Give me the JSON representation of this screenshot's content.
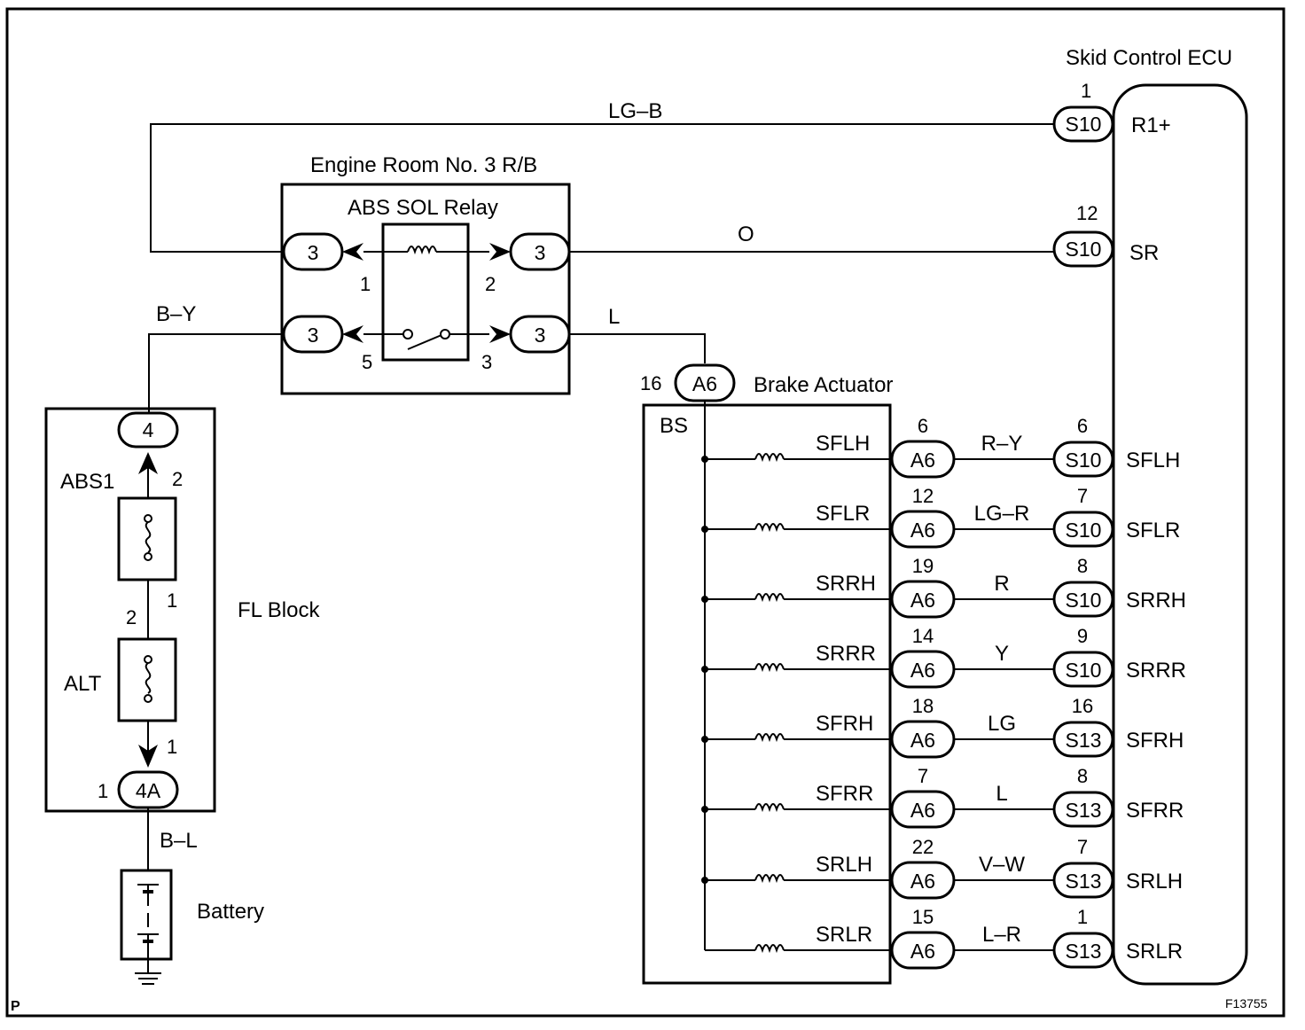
{
  "corner_left": "P",
  "figure_id": "F13755",
  "ecu": {
    "title": "Skid Control ECU",
    "r1": {
      "pin": "1",
      "conn": "S10",
      "term": "R1+"
    },
    "sr": {
      "pin": "12",
      "conn": "S10",
      "term": "SR"
    }
  },
  "wires": {
    "top": "LG–B",
    "o": "O",
    "by": "B–Y",
    "l": "L",
    "bl": "B–L"
  },
  "relay_block": {
    "title": "Engine Room No. 3 R/B",
    "relay": "ABS SOL Relay",
    "conn": "3",
    "pins": {
      "p1": "1",
      "p2": "2",
      "p5": "5",
      "p3": "3"
    }
  },
  "actuator": {
    "title": "Brake Actuator",
    "conn": "A6",
    "pin": "16",
    "bs": "BS",
    "rows": [
      {
        "name": "SFLH",
        "apin": "6",
        "aconn": "A6",
        "wire": "R–Y",
        "epin": "6",
        "econn": "S10",
        "eterm": "SFLH"
      },
      {
        "name": "SFLR",
        "apin": "12",
        "aconn": "A6",
        "wire": "LG–R",
        "epin": "7",
        "econn": "S10",
        "eterm": "SFLR"
      },
      {
        "name": "SRRH",
        "apin": "19",
        "aconn": "A6",
        "wire": "R",
        "epin": "8",
        "econn": "S10",
        "eterm": "SRRH"
      },
      {
        "name": "SRRR",
        "apin": "14",
        "aconn": "A6",
        "wire": "Y",
        "epin": "9",
        "econn": "S10",
        "eterm": "SRRR"
      },
      {
        "name": "SFRH",
        "apin": "18",
        "aconn": "A6",
        "wire": "LG",
        "epin": "16",
        "econn": "S13",
        "eterm": "SFRH"
      },
      {
        "name": "SFRR",
        "apin": "7",
        "aconn": "A6",
        "wire": "L",
        "epin": "8",
        "econn": "S13",
        "eterm": "SFRR"
      },
      {
        "name": "SRLH",
        "apin": "22",
        "aconn": "A6",
        "wire": "V–W",
        "epin": "7",
        "econn": "S13",
        "eterm": "SRLH"
      },
      {
        "name": "SRLR",
        "apin": "15",
        "aconn": "A6",
        "wire": "L–R",
        "epin": "1",
        "econn": "S13",
        "eterm": "SRLR"
      }
    ]
  },
  "fl_block": {
    "title": "FL Block",
    "top_conn": "4",
    "bottom_conn": "4A",
    "bottom_pin": "1",
    "abs1": {
      "name": "ABS1",
      "pin_top": "2",
      "pin_bottom": "1"
    },
    "alt": {
      "name": "ALT",
      "pin_top": "2",
      "pin_bottom": "1"
    }
  },
  "battery": "Battery"
}
